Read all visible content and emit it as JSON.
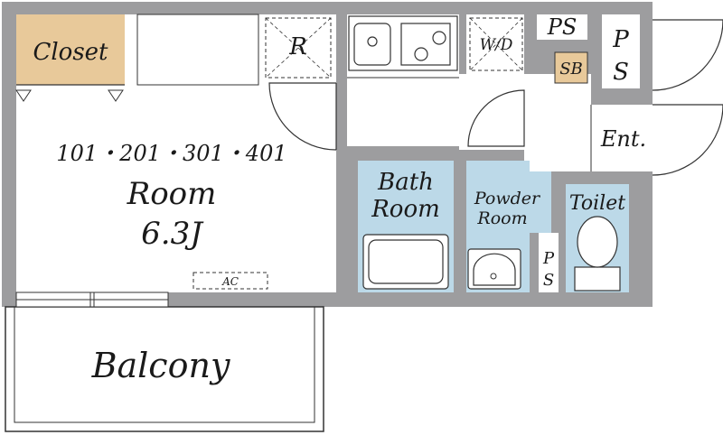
{
  "rooms": {
    "closet": "Closet",
    "unit_numbers": "101・201・301・401",
    "main_room": "Room",
    "main_room_size": "6.3J",
    "bath_line1": "Bath",
    "bath_line2": "Room",
    "powder_line1": "Powder",
    "powder_line2": "Room",
    "toilet": "Toilet",
    "balcony": "Balcony",
    "entrance": "Ent."
  },
  "fixtures": {
    "refrigerator": "R",
    "washer": "W/D",
    "pipe_space_top": "PS",
    "pipe_space_right_1": "P",
    "pipe_space_right_2": "S",
    "shoe_box": "SB",
    "pipe_space_small_1": "P",
    "pipe_space_small_2": "S",
    "air_conditioner": "AC"
  },
  "colors": {
    "wall": "#9d9d9f",
    "closet_fill": "#e8c99a",
    "wet_area_fill": "#bcd9e8",
    "floor": "#ffffff",
    "line": "#333333"
  }
}
